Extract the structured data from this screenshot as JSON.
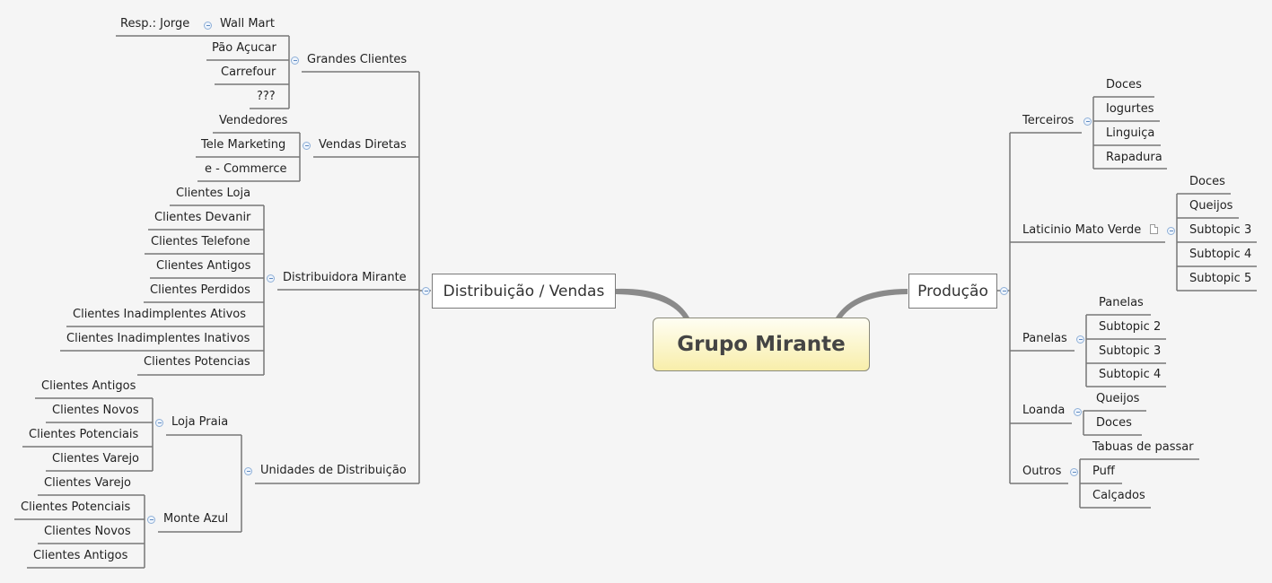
{
  "central": "Grupo Mirante",
  "left_main": "Distribuição / Vendas",
  "right_main": "Produção",
  "grandes": {
    "label": "Grandes Clientes",
    "resp": "Resp.: Jorge",
    "items": [
      "Wall Mart",
      "Pão Açucar",
      "Carrefour",
      "???"
    ]
  },
  "vendas": {
    "label": "Vendas Diretas",
    "items": [
      "Vendedores",
      "Tele Marketing",
      "e - Commerce"
    ]
  },
  "distrib": {
    "label": "Distribuidora Mirante",
    "items": [
      "Clientes Loja",
      "Clientes Devanir",
      "Clientes Telefone",
      "Clientes Antigos",
      "Clientes Perdidos",
      "Clientes Inadimplentes Ativos",
      "Clientes Inadimplentes Inativos",
      "Clientes Potencias"
    ]
  },
  "unidades": {
    "label": "Unidades de Distribuição"
  },
  "loja": {
    "label": "Loja Praia",
    "items": [
      "Clientes  Antigos",
      "Clientes Novos",
      "Clientes Potenciais",
      "Clientes Varejo"
    ]
  },
  "monte": {
    "label": "Monte Azul",
    "items": [
      "Clientes Varejo",
      "Clientes Potenciais",
      "Clientes Novos",
      "Clientes  Antigos"
    ]
  },
  "terceiros": {
    "label": "Terceiros",
    "items": [
      "Doces",
      "Iogurtes",
      "Linguiça",
      "Rapadura"
    ]
  },
  "laticinio": {
    "label": "Laticinio Mato Verde",
    "items": [
      "Doces",
      "Queijos",
      "Subtopic 3",
      "Subtopic 4",
      "Subtopic 5"
    ]
  },
  "panelas": {
    "label": "Panelas",
    "items": [
      "Panelas",
      "Subtopic 2",
      "Subtopic 3",
      "Subtopic 4"
    ]
  },
  "loanda": {
    "label": "Loanda",
    "items": [
      "Queijos",
      "Doces"
    ]
  },
  "outros": {
    "label": "Outros",
    "items": [
      "Tabuas de passar",
      "Puff",
      "Calçados"
    ]
  }
}
